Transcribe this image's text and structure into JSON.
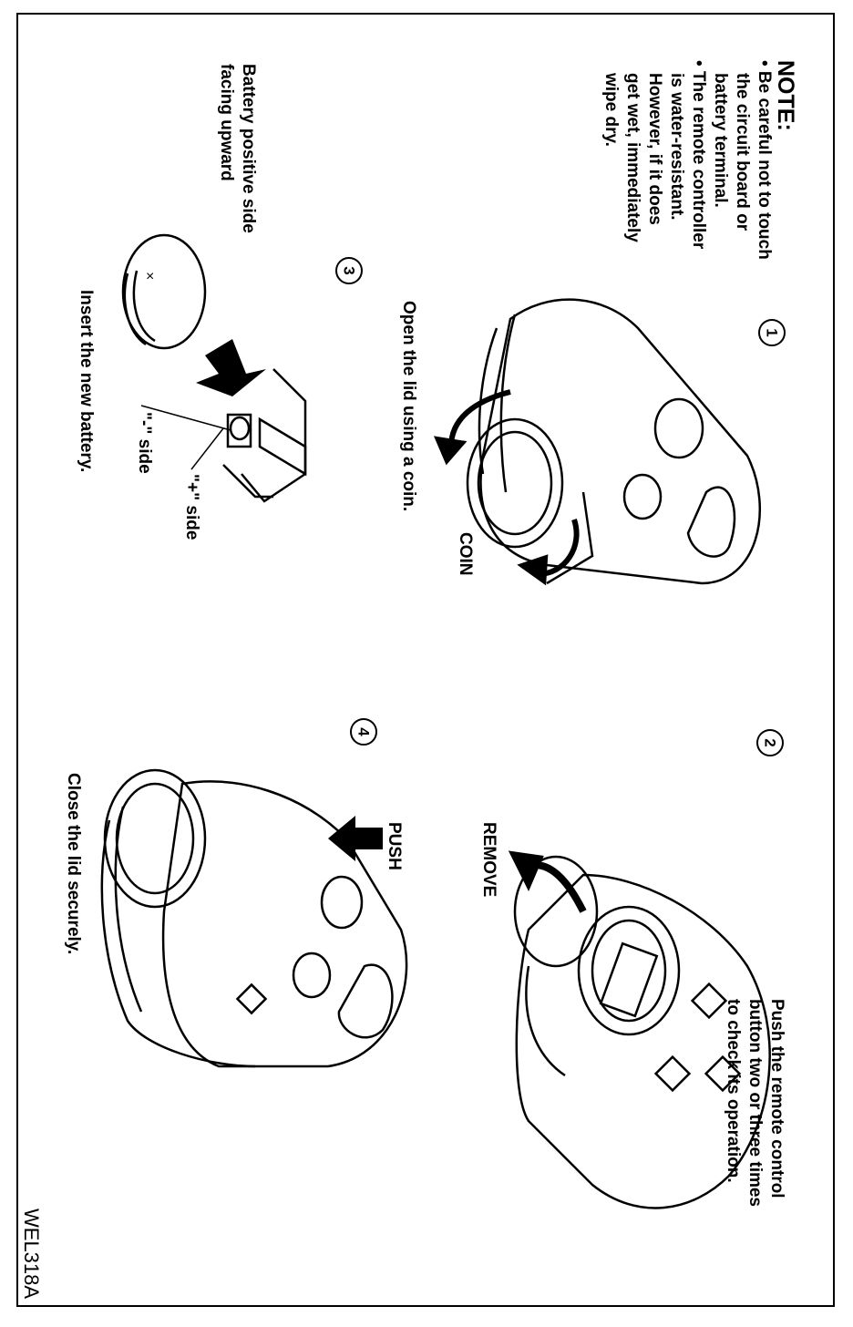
{
  "note": {
    "title": "NOTE:",
    "items": [
      [
        "• Be careful not to touch",
        "the circuit board or",
        "battery terminal."
      ],
      [
        "• The remote controller",
        "is water-resistant.",
        "However, if it does",
        "get wet, immediately",
        "wipe dry."
      ]
    ]
  },
  "steps": [
    {
      "num": "1",
      "caption": "Open the lid using a coin.",
      "callout": "COIN"
    },
    {
      "num": "2",
      "caption_lines": [
        "Push the remote control",
        "button two or three times",
        "to check its operation."
      ],
      "callout": "REMOVE"
    },
    {
      "num": "3",
      "caption": "Insert the new battery.",
      "callout_lines": [
        "Battery positive side",
        "facing upward"
      ],
      "minus_label": "\"-\" side",
      "plus_label": "\"+\" side"
    },
    {
      "num": "4",
      "caption": "Close the lid securely.",
      "callout": "PUSH"
    }
  ],
  "figure_code": "WEL318A",
  "colors": {
    "ink": "#000000",
    "paper": "#ffffff"
  }
}
